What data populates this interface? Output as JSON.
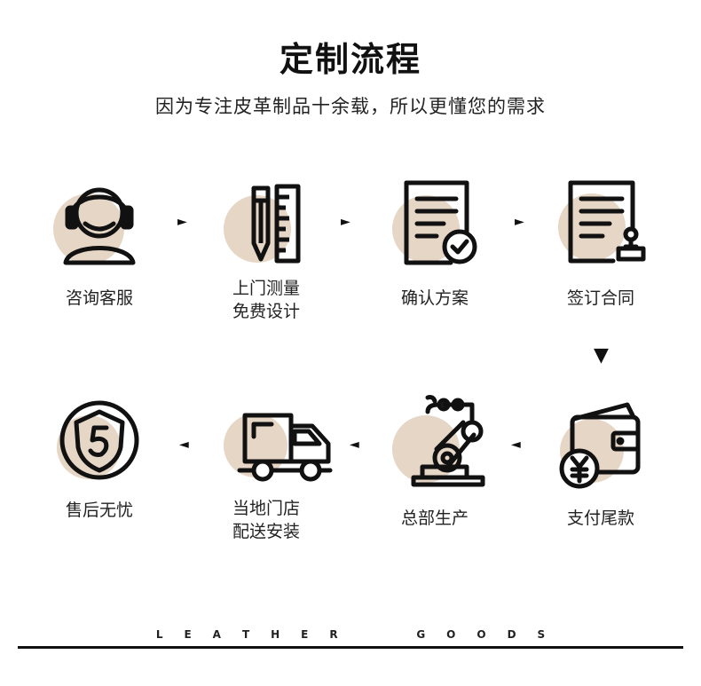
{
  "header": {
    "title": "定制流程",
    "subtitle": "因为专注皮革制品十余载，所以更懂您的需求"
  },
  "steps": [
    {
      "icon": "headset-agent-icon",
      "label_lines": [
        "咨询客服"
      ]
    },
    {
      "icon": "pencil-ruler-icon",
      "label_lines": [
        "上门测量",
        "免费设计"
      ]
    },
    {
      "icon": "document-check-icon",
      "label_lines": [
        "确认方案"
      ]
    },
    {
      "icon": "document-stamp-icon",
      "label_lines": [
        "签订合同"
      ]
    },
    {
      "icon": "wallet-yen-icon",
      "label_lines": [
        "支付尾款"
      ]
    },
    {
      "icon": "robot-arm-icon",
      "label_lines": [
        "总部生产"
      ]
    },
    {
      "icon": "delivery-truck-icon",
      "label_lines": [
        "当地门店",
        "配送安装"
      ]
    },
    {
      "icon": "shield-5-icon",
      "label_lines": [
        "售后无忧"
      ]
    }
  ],
  "arrows": {
    "right": "►",
    "left": "◄",
    "down": "▼"
  },
  "footer": {
    "text": "LEATHER  GOODS"
  },
  "colors": {
    "accent_circle": "#e6d6c6",
    "stroke": "#111111",
    "text": "#222222"
  }
}
